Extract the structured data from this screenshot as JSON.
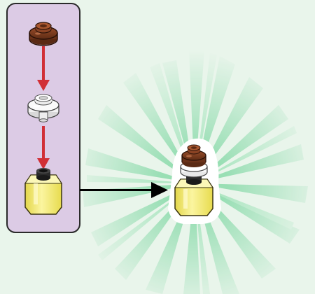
{
  "instruction": {
    "step_caption": "",
    "sub_step_panel": {
      "background_color": "#dccbe5",
      "border_color": "#2a2a2a",
      "parts_top_to_bottom": [
        {
          "part": "round-plate-1x1-reddish-brown",
          "color": "#7a3a1e",
          "icon": "round-plate-icon"
        },
        {
          "part": "round-plate-1x1-with-bar-trans-clear",
          "color": "#f4f4f4",
          "icon": "round-plate-bar-icon"
        },
        {
          "part": "round-brick-2x2-trans-yellow-bottle",
          "color": "#f4ec6a",
          "icon": "bottle-icon"
        }
      ],
      "arrow_color": "#d12f36"
    },
    "result": {
      "burst_color": "#7fd7a3",
      "halo_color": "#ffffff",
      "assembly_icon": "potion-bottle-assembly-icon"
    },
    "connector_arrow_color": "#000000"
  }
}
